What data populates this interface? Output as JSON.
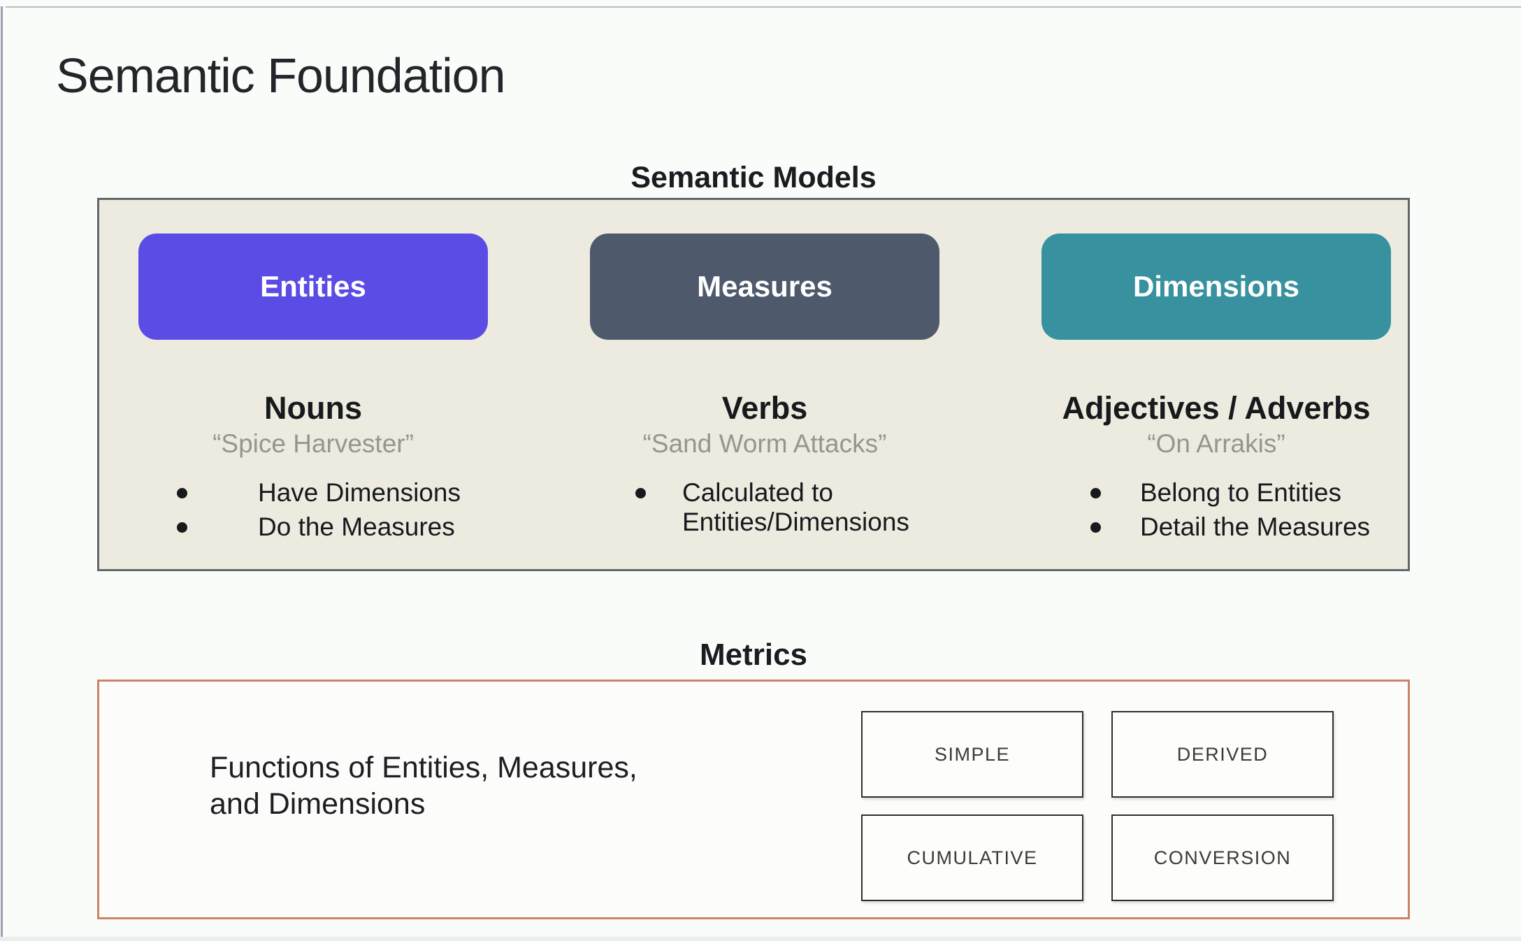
{
  "slide": {
    "title": "Semantic Foundation"
  },
  "semantic_models": {
    "label": "Semantic Models",
    "panel_background": "#edebdf",
    "panel_border_color": "#62676a",
    "columns": [
      {
        "name": "Entities",
        "color": "#5c4ce6",
        "part_of_speech": "Nouns",
        "example": "“Spice Harvester”",
        "bullets": [
          "Have Dimensions",
          "Do the Measures"
        ]
      },
      {
        "name": "Measures",
        "color": "#4e596c",
        "part_of_speech": "Verbs",
        "example": "“Sand Worm Attacks”",
        "bullets": [
          "Calculated to Entities/Dimensions"
        ]
      },
      {
        "name": "Dimensions",
        "color": "#38919e",
        "part_of_speech": "Adjectives / Adverbs",
        "example": "“On Arrakis”",
        "bullets": [
          "Belong to Entities",
          "Detail the Measures"
        ]
      }
    ]
  },
  "metrics": {
    "label": "Metrics",
    "border_color": "#cd8166",
    "description_lines": [
      "Functions of Entities, Measures,",
      "and Dimensions"
    ],
    "types": [
      "SIMPLE",
      "DERIVED",
      "CUMULATIVE",
      "CONVERSION"
    ]
  }
}
